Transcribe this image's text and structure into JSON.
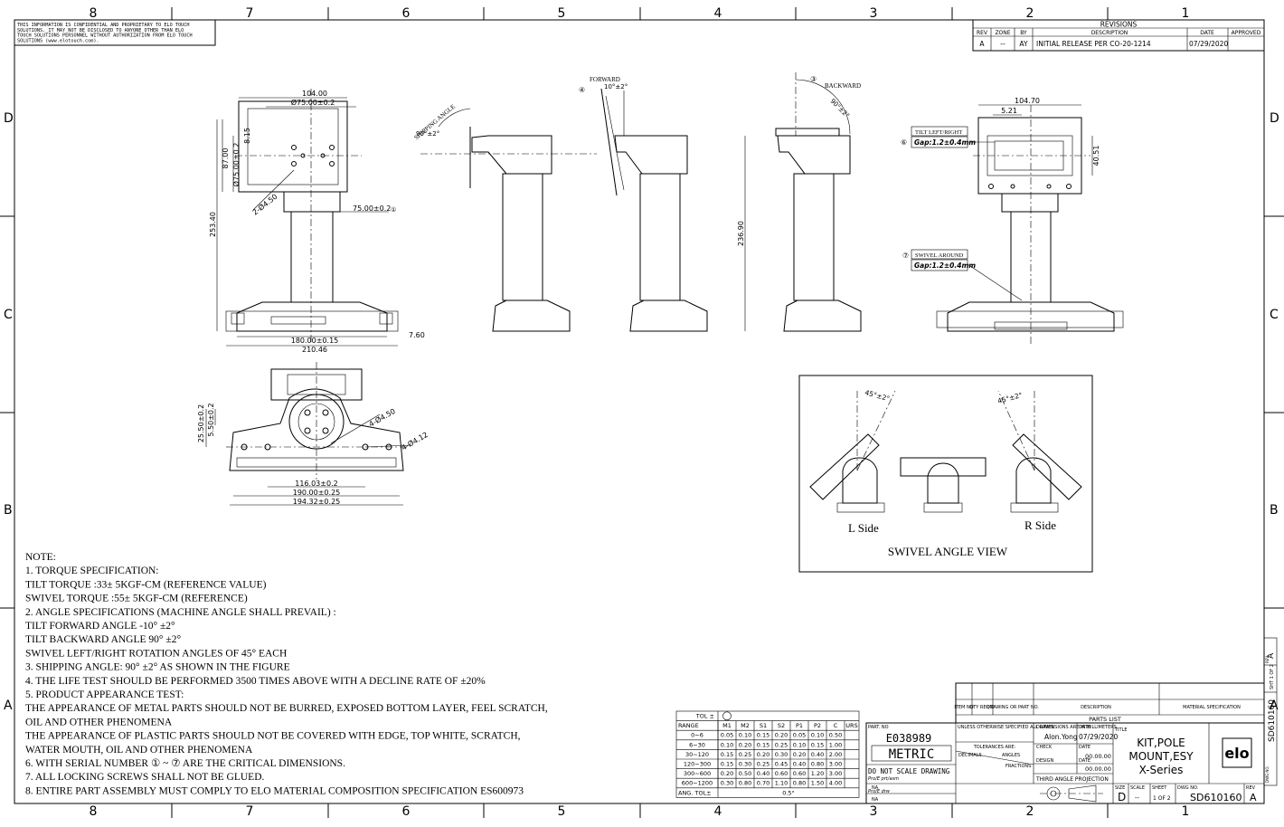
{
  "frame": {
    "zones_top": [
      "8",
      "7",
      "6",
      "5",
      "4",
      "3",
      "2",
      "1"
    ],
    "zones_bottom": [
      "8",
      "7",
      "6",
      "5",
      "4",
      "3",
      "2",
      "1"
    ],
    "rows": [
      "D",
      "C",
      "B",
      "A"
    ]
  },
  "confidential": "THIS INFORMATION IS CONFIDENTIAL AND PROPRIETARY TO ELO TOUCH SOLUTIONS. IT MAY NOT BE DISCLOSED TO ANYONE OTHER THAN ELO TOUCH SOLUTIONS PERSONNEL WITHOUT AUTHORIZATION FROM ELO TOUCH SOLUTIONS (www.elotouch.com).",
  "revisions": {
    "title": "REVISIONS",
    "headers": [
      "REV",
      "ZONE",
      "BY",
      "DESCRIPTION",
      "DATE",
      "APPROVED"
    ],
    "row": [
      "A",
      "--",
      "AY",
      "INITIAL RELEASE PER CO-20-1214",
      "07/29/2020",
      ""
    ]
  },
  "dims": {
    "top_width": "104.00",
    "top_hole": "Ø75.00±0.2",
    "plate_height": "87.00",
    "v_hole": "Ø75.00±0.2",
    "offset": "8.15",
    "hole_dia": "2-Ø4.50",
    "hole_spacing": "75.00±0.2",
    "height_total": "253.40",
    "base_width": "180.00±0.15",
    "base_total": "210.46",
    "base_height": "7.60",
    "forward_angle": "10°±2°",
    "forward_label": "FORWARD",
    "backward_label": "BACKWARD",
    "backward_angle": "90°±2°",
    "shipping_label": "SHIPPING ANGLE",
    "shipping_angle": "90°±2°",
    "height_side": "236.90",
    "right_width": "104.70",
    "right_small": "5.21",
    "right_height": "40.51",
    "tilt_label": "TILT LEFT/RIGHT",
    "tilt_gap": "Gap:1.2±0.4mm",
    "swivel_label": "SWIVEL AROUND",
    "swivel_gap": "Gap:1.2±0.4mm",
    "bot_h1": "25.50±0.2",
    "bot_h2": "5.50±0.2",
    "bot_hole1": "4-Ø4.50",
    "bot_hole2": "4-Ø4.12",
    "bot_w1": "116.03±0.2",
    "bot_w2": "190.00±0.25",
    "bot_w3": "194.32±0.25"
  },
  "callouts": {
    "c1": "①",
    "c3": "③",
    "c4": "④",
    "c6": "⑥",
    "c7": "⑦"
  },
  "swivel_view": {
    "title": "SWIVEL ANGLE VIEW",
    "left": "L Side",
    "right": "R Side",
    "angle_left": "45°±2°",
    "angle_right": "45°±2°"
  },
  "notes": [
    "NOTE:",
    "1. TORQUE SPECIFICATION:",
    "TILT TORQUE :33± 5KGF-CM (REFERENCE VALUE)",
    "SWIVEL TORQUE :55± 5KGF-CM (REFERENCE)",
    "2. ANGLE SPECIFICATIONS (MACHINE ANGLE SHALL PREVAIL) :",
    "TILT FORWARD ANGLE -10° ±2°",
    "TILT BACKWARD ANGLE 90° ±2°",
    "SWIVEL LEFT/RIGHT ROTATION ANGLES OF 45° EACH",
    "3. SHIPPING ANGLE: 90° ±2° AS SHOWN IN THE FIGURE",
    "4. THE LIFE TEST SHOULD BE PERFORMED 3500 TIMES ABOVE WITH A DECLINE RATE OF ±20%",
    "5. PRODUCT APPEARANCE TEST:",
    "THE APPEARANCE OF METAL PARTS SHOULD NOT BE BURRED, EXPOSED BOTTOM LAYER, FEEL SCRATCH,",
    "OIL AND OTHER PHENOMENA",
    "THE APPEARANCE OF PLASTIC PARTS SHOULD NOT BE COVERED WITH EDGE, TOP WHITE, SCRATCH,",
    "WATER MOUTH, OIL AND OTHER PHENOMENA",
    "6. WITH SERIAL NUMBER ① ~ ⑦ ARE THE CRITICAL DIMENSIONS.",
    "7. ALL LOCKING SCREWS SHALL NOT BE GLUED.",
    "8. ENTIRE PART ASSEMBLY MUST COMPLY TO ELO MATERIAL COMPOSITION SPECIFICATION ES600973"
  ],
  "tolerance_table": {
    "tol_label": "TOL ±",
    "headers": [
      "RANGE",
      "M1",
      "M2",
      "S1",
      "S2",
      "P1",
      "P2",
      "C",
      "URS"
    ],
    "rows": [
      [
        "0~6",
        "0.05",
        "0.10",
        "0.15",
        "0.20",
        "0.05",
        "0.10",
        "0.50",
        ""
      ],
      [
        "6~30",
        "0.10",
        "0.20",
        "0.15",
        "0.25",
        "0.10",
        "0.15",
        "1.00",
        ""
      ],
      [
        "30~120",
        "0.15",
        "0.25",
        "0.20",
        "0.30",
        "0.20",
        "0.40",
        "2.00",
        ""
      ],
      [
        "120~300",
        "0.15",
        "0.30",
        "0.25",
        "0.45",
        "0.40",
        "0.80",
        "3.00",
        ""
      ],
      [
        "300~600",
        "0.20",
        "0.50",
        "0.40",
        "0.60",
        "0.60",
        "1.20",
        "3.00",
        ""
      ],
      [
        "600~1200",
        "0.30",
        "0.80",
        "0.70",
        "1.10",
        "0.80",
        "1.50",
        "4.00",
        ""
      ]
    ],
    "ang_label": "ANG. TOL±",
    "ang_value": "0.5°"
  },
  "title_block": {
    "part_no_label": "PART. NO",
    "part_no": "E038989",
    "metric": "METRIC",
    "no_scale": "DO NOT SCALE DRAWING",
    "proe_part_label": "Pro/E prt/asm",
    "proe_part": "NA",
    "proe_drw_label": "Pro/E drw",
    "proe_drw": "NA",
    "unless": "UNLESS OTHERWISE SPECIFIED ALL DIMENSIONS ARE IN MILLIMETERS",
    "tolerances": "TOLERANCES ARE:",
    "decimals": "DECIMALS",
    "angles": "ANGLES",
    "fractions": "FRACTIONS",
    "drawn_label": "DRAWN",
    "drawn": "Alon.Yong",
    "date_label": "DATE",
    "drawn_date": "07/29/2020",
    "check_label": "CHECK",
    "check_date": "00.00.00",
    "design_label": "DESIGN",
    "design_date": "00.00.00",
    "projection": "THIRD ANGLE PROJECTION",
    "title_label": "TITLE",
    "title_lines": [
      "KIT,POLE",
      "MOUNT,ESY",
      "X-Series"
    ],
    "logo": "elo",
    "size_label": "SIZE",
    "size": "D",
    "scale_label": "SCALE",
    "scale": "--",
    "sheet_label": "SHEET",
    "sheet": "1 OF 2",
    "dwg_label": "DWG NO.",
    "dwg": "SD610160",
    "rev_label": "REV",
    "rev": "A",
    "parts_list": "PARTS LIST",
    "pl_headers": [
      "ITEM NO",
      "QTY REQ'D",
      "DRAWING OR PART NO.",
      "DESCRIPTION",
      "MATERIAL SPECIFICATION"
    ],
    "side_rev_label": "REV",
    "side_rev": "A",
    "side_sheet": "SHT 1 OF 2",
    "side_dwg": "SD610160",
    "side_dwg_label": "DWG NO."
  }
}
